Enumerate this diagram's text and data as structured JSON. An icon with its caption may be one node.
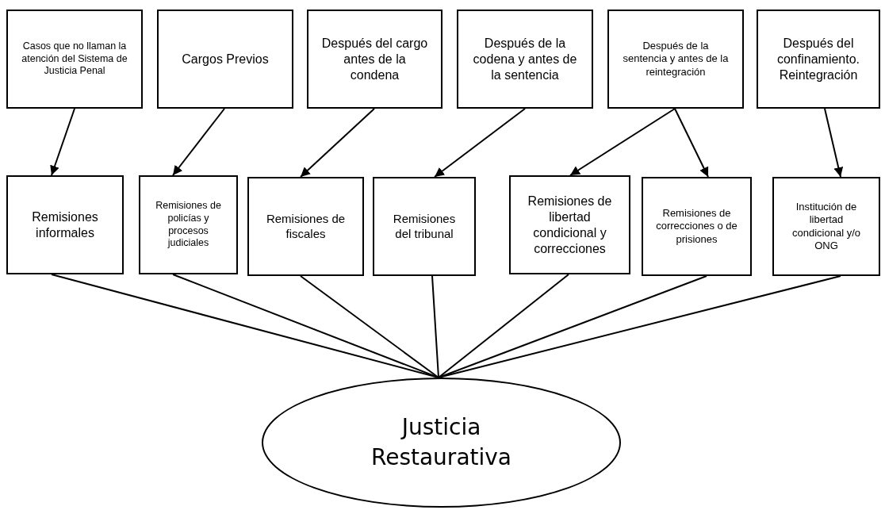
{
  "diagram": {
    "nodes": [
      {
        "text": [
          "Casos que no llaman la atención del Sistema de Justicia Penal"
        ]
      },
      {
        "text": [
          "Cargos Previos"
        ]
      },
      {
        "text": [
          "Después del cargo antes de la condena"
        ]
      },
      {
        "text": [
          "Después de la codena y antes de la sentencia"
        ]
      },
      {
        "text": [
          "Después de la sentencia y antes de la reintegración"
        ]
      },
      {
        "text": [
          "Después del confinamiento. Reintegración"
        ]
      },
      {
        "text": [
          "Remisiones informales"
        ]
      },
      {
        "text": [
          "Remisiones de policías y procesos judiciales"
        ]
      },
      {
        "text": [
          "Remisiones de fiscales"
        ]
      },
      {
        "text": [
          "Remisiones del tribunal"
        ]
      },
      {
        "text": [
          "Remisiones de libertad condicional y correcciones"
        ]
      },
      {
        "text": [
          "Remisiones de correcciones o de prisiones"
        ]
      },
      {
        "text": [
          "Institución de libertad condicional y/o ONG"
        ]
      },
      {
        "text": [
          "Justicia Restaurativa"
        ]
      }
    ],
    "edges": [
      {
        "from": 0,
        "to": 6,
        "arrow": "to"
      },
      {
        "from": 1,
        "to": 7,
        "arrow": "to"
      },
      {
        "from": 2,
        "to": 8,
        "arrow": "to"
      },
      {
        "from": 3,
        "to": 9,
        "arrow": "to"
      },
      {
        "from": 4,
        "to": 10,
        "arrow": "to"
      },
      {
        "from": 4,
        "to": 11,
        "arrow": "to"
      },
      {
        "from": 5,
        "to": 12,
        "arrow": "to"
      },
      {
        "from": 6,
        "to": 13,
        "arrow": "none"
      },
      {
        "from": 7,
        "to": 13,
        "arrow": "none"
      },
      {
        "from": 8,
        "to": 13,
        "arrow": "none"
      },
      {
        "from": 9,
        "to": 13,
        "arrow": "none"
      },
      {
        "from": 10,
        "to": 13,
        "arrow": "none"
      },
      {
        "from": 11,
        "to": 13,
        "arrow": "none"
      },
      {
        "from": 12,
        "to": 13,
        "arrow": "none"
      }
    ]
  }
}
